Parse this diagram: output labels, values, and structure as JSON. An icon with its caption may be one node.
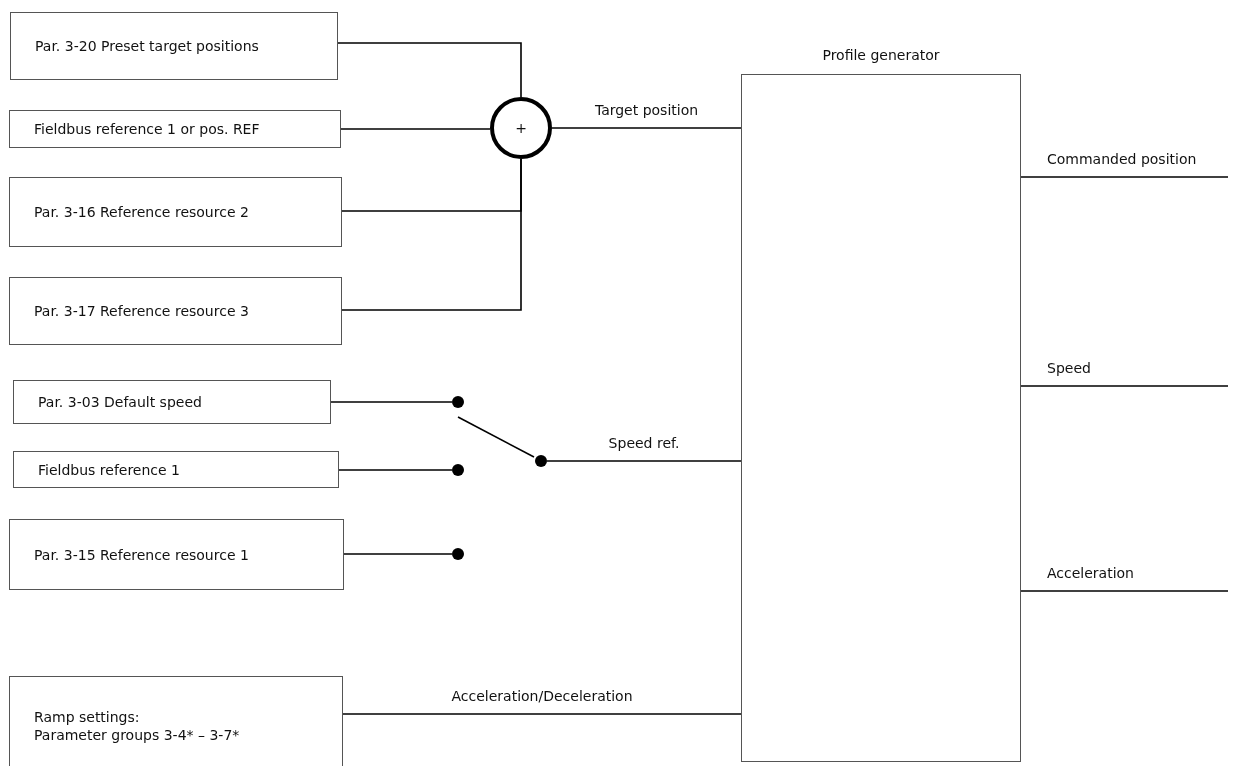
{
  "diagram": {
    "nodes": [
      {
        "text": [
          "Par. 3-20 Preset target positions"
        ]
      },
      {
        "text": [
          "Fieldbus reference 1 or pos. REF"
        ]
      },
      {
        "text": [
          "Par. 3-16 Reference resource 2"
        ]
      },
      {
        "text": [
          "Par. 3-17 Reference resource 3"
        ]
      },
      {
        "text": [
          "+"
        ]
      },
      {
        "text": [
          "Par. 3-03 Default speed"
        ]
      },
      {
        "text": [
          "Fieldbus reference 1"
        ]
      },
      {
        "text": [
          "Par. 3-15 Reference resource 1"
        ]
      },
      {
        "text": [],
        "shape": "circle"
      },
      {
        "text": [],
        "shape": "circle"
      },
      {
        "text": [],
        "shape": "circle"
      },
      {
        "text": [],
        "shape": "circle"
      },
      {
        "text": [
          "Profile generator"
        ]
      },
      {
        "text": [
          "Ramp settings:",
          "Parameter groups 3-4* – 3-7*"
        ]
      }
    ],
    "edges": [
      {
        "from": 0,
        "to": 4,
        "arrow": "none"
      },
      {
        "from": 1,
        "to": 4,
        "arrow": "none"
      },
      {
        "from": 2,
        "to": 4,
        "arrow": "none"
      },
      {
        "from": 3,
        "to": 4,
        "arrow": "none"
      },
      {
        "from": 4,
        "to": 12,
        "arrow": "none",
        "label": "Target position"
      },
      {
        "from": 5,
        "to": 8,
        "arrow": "none"
      },
      {
        "from": 6,
        "to": 9,
        "arrow": "none"
      },
      {
        "from": 7,
        "to": 10,
        "arrow": "none"
      },
      {
        "from": 11,
        "to": 12,
        "arrow": "none",
        "label": "Speed ref."
      },
      {
        "from": 13,
        "to": 12,
        "arrow": "none",
        "label": "Acceleration/Deceleration"
      },
      {
        "from": 12,
        "to": null,
        "arrow": "none",
        "label": "Commanded position"
      },
      {
        "from": 12,
        "to": null,
        "arrow": "none",
        "label": "Speed"
      },
      {
        "from": 12,
        "to": null,
        "arrow": "none",
        "label": "Acceleration"
      }
    ]
  }
}
